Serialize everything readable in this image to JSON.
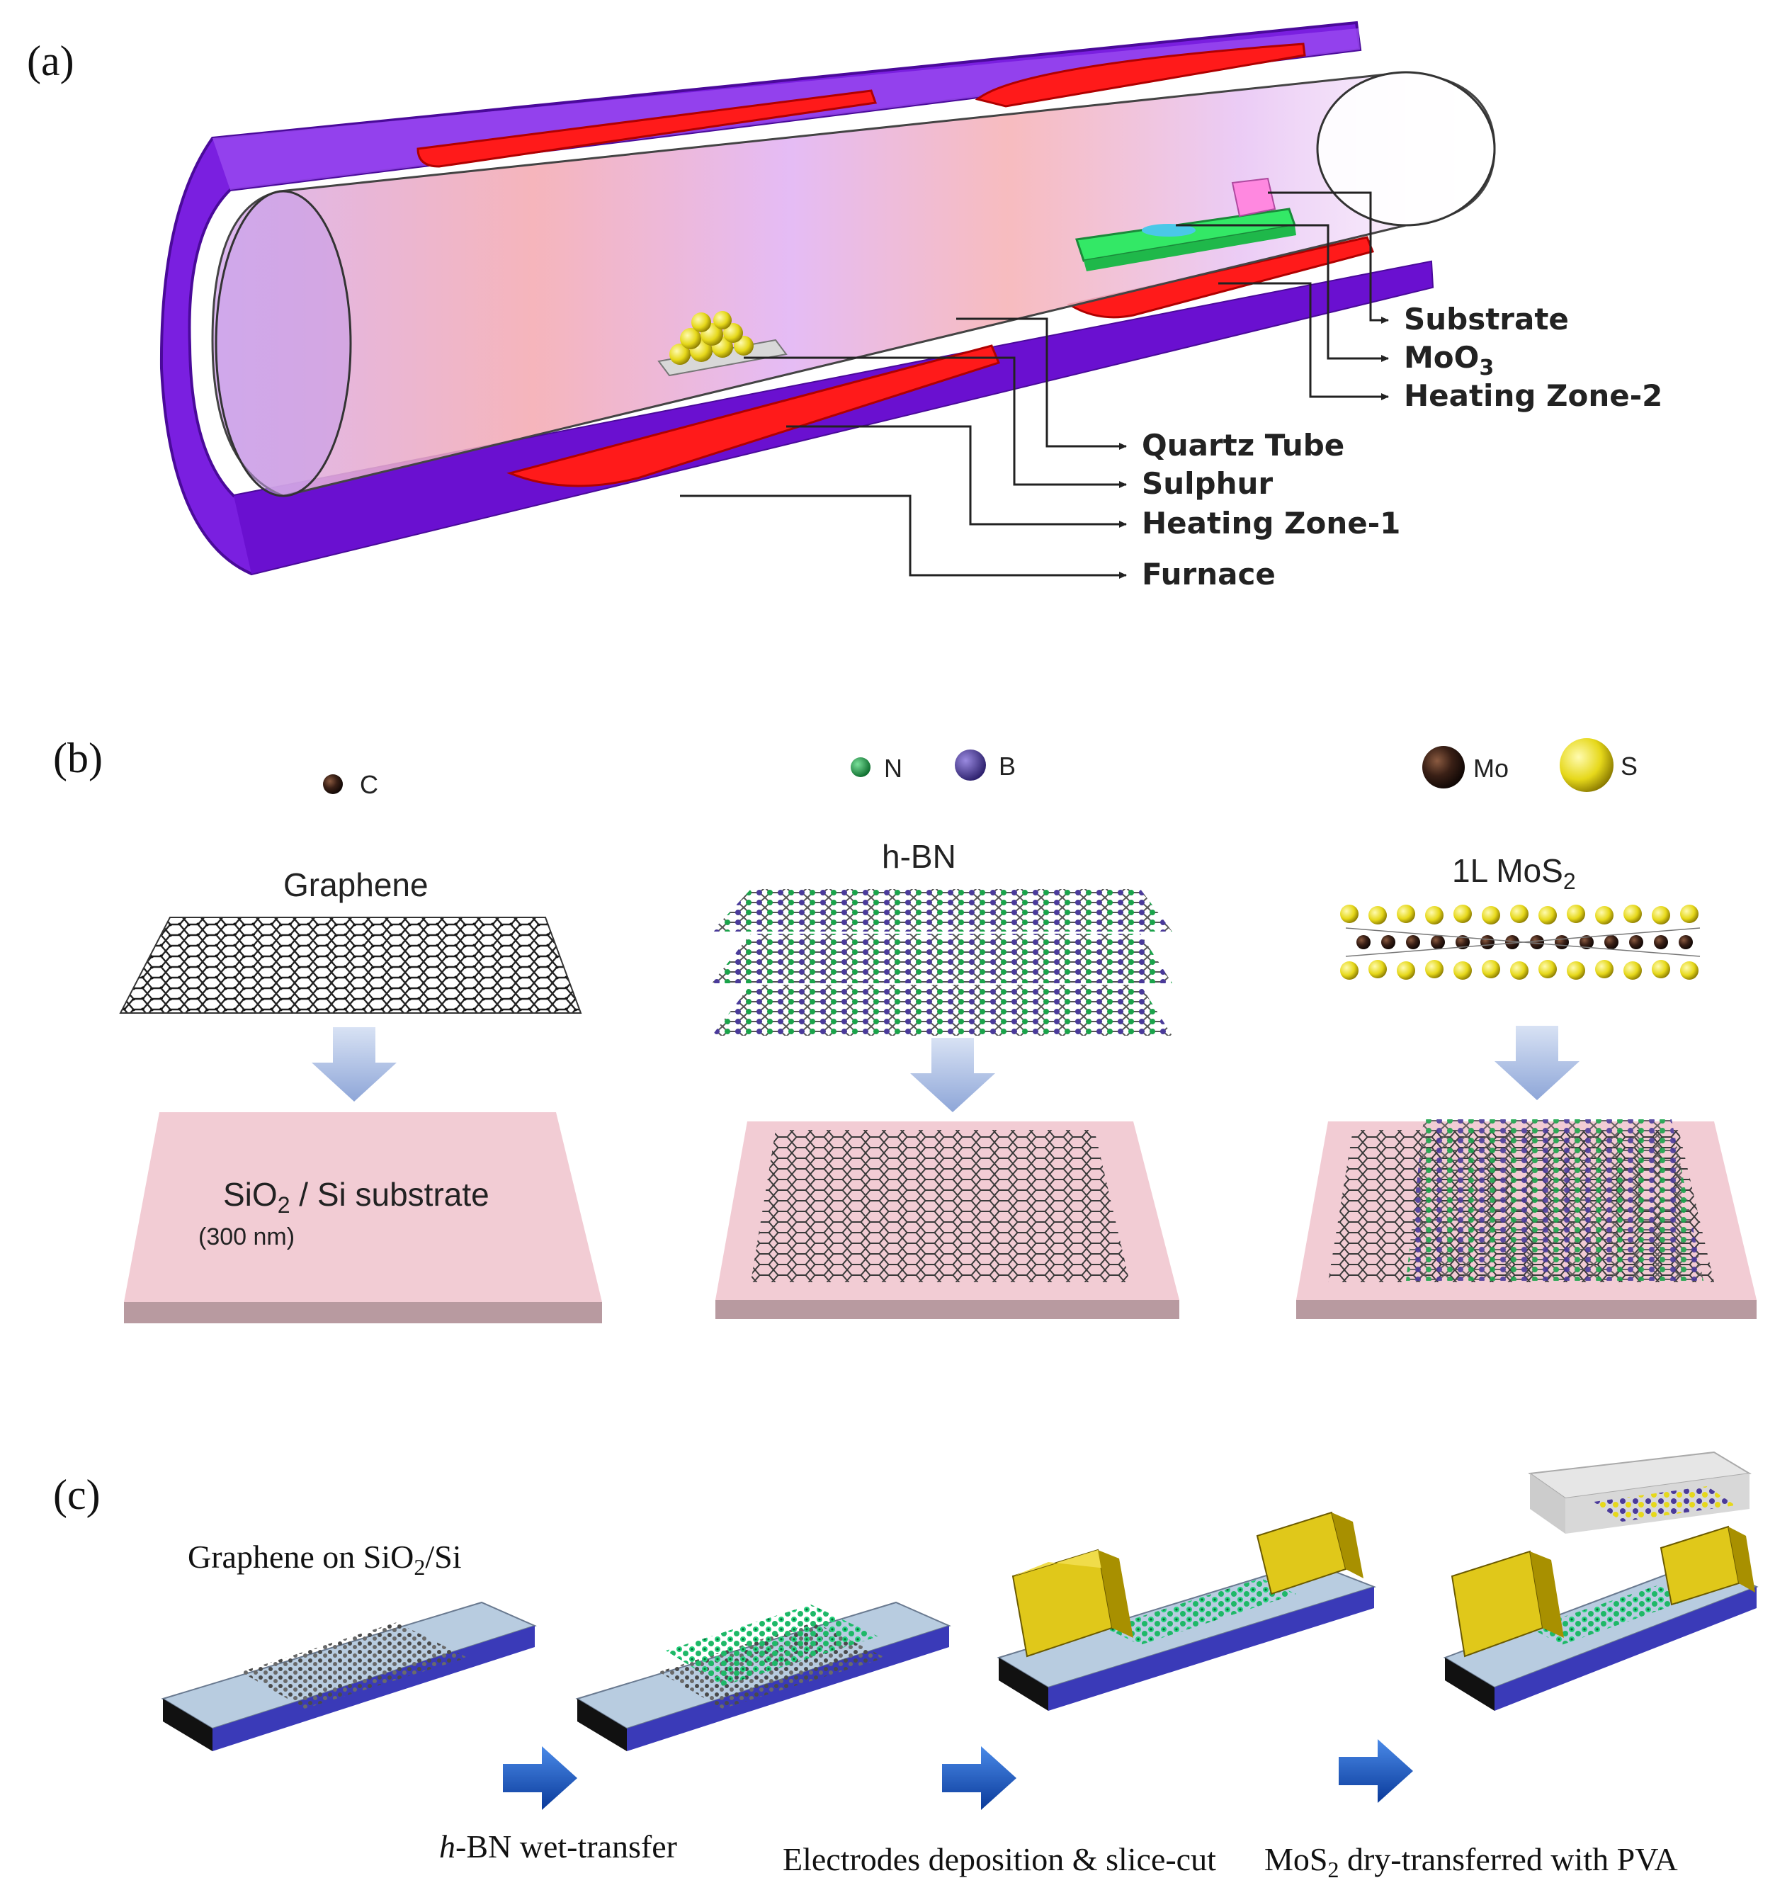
{
  "panel_a": {
    "label": "(a)",
    "callouts": {
      "substrate": "Substrate",
      "moo3_base": "MoO",
      "moo3_sub": "3",
      "heating_zone_2": "Heating Zone-2",
      "quartz_tube": "Quartz Tube",
      "sulphur": "Sulphur",
      "heating_zone_1": "Heating Zone-1",
      "furnace": "Furnace"
    },
    "colors": {
      "furnace": "#7a1fe0",
      "heater": "#ff1a1a",
      "tube": "#f4b3b8",
      "substrate": "#ff88e0",
      "boat": "#33e866",
      "sulphur": "#e8e84a"
    }
  },
  "panel_b": {
    "label": "(b)",
    "legend": {
      "c": "C",
      "n": "N",
      "b": "B",
      "mo": "Mo",
      "s": "S"
    },
    "materials": {
      "graphene": "Graphene",
      "hbn": "h-BN",
      "mos2_base": "1L MoS",
      "mos2_sub": "2"
    },
    "substrate": {
      "base": "SiO",
      "sub": "2",
      "rest": " / Si substrate",
      "thickness": "(300 nm)"
    },
    "colors": {
      "substrate_top": "#f2ccd4",
      "substrate_side": "#b89aa0",
      "arrow": "#a9bde0",
      "nitrogen": "#1aa34a",
      "boron": "#4a3a9a",
      "sulfur": "#e6d81a",
      "molybdenum": "#2a1a12"
    }
  },
  "panel_c": {
    "label": "(c)",
    "title": {
      "base": "Graphene on SiO",
      "sub": "2",
      "rest": "/Si"
    },
    "steps": {
      "step1_italic": "h",
      "step1_rest": "-BN wet-transfer",
      "step2": "Electrodes deposition & slice-cut",
      "step3_base": "MoS",
      "step3_sub": "2",
      "step3_rest": " dry-transferred with PVA"
    },
    "colors": {
      "chip_top": "#b8cce0",
      "chip_side": "#3a3ab8",
      "electrode": "#e0c81a",
      "hbn": "#22d07a",
      "arrow": "#1a5ac8"
    }
  }
}
